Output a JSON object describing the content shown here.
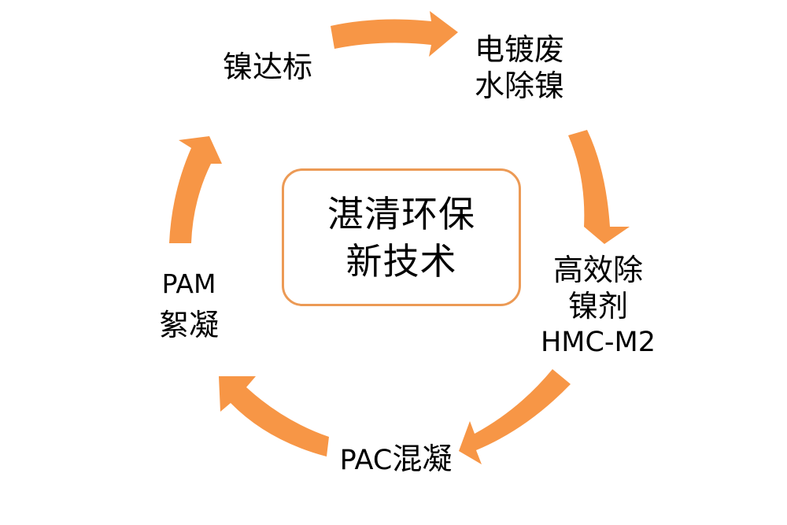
{
  "title": {
    "line1": "湛清环保",
    "line2": "新技术"
  },
  "nodes": {
    "electroplating": {
      "line1": "电镀废",
      "line2": "水除镍"
    },
    "agent": {
      "line1": "高效除",
      "line2": "镍剂",
      "line3": "HMC-M2"
    },
    "pac": {
      "latin": "PAC",
      "cjk": "混凝"
    },
    "pam": {
      "line1": "PAM",
      "line2": "絮凝"
    },
    "compliance": {
      "line1": "镍达标"
    }
  },
  "colors": {
    "arrow": "#F79646",
    "border": "#EC9A55",
    "text": "#000000"
  },
  "icons": [
    "arrow-right-icon",
    "arrow-down-icon",
    "arrow-down-left-icon",
    "arrow-up-left-icon",
    "arrow-up-icon"
  ]
}
